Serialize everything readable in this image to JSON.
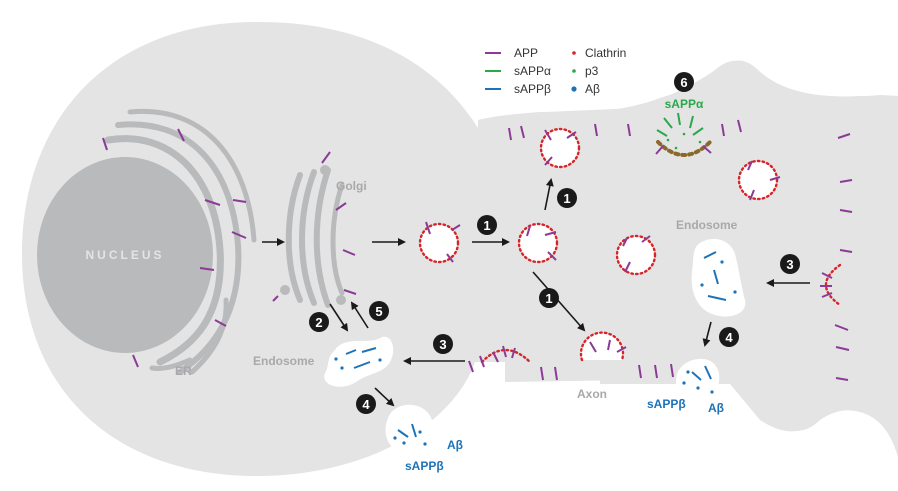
{
  "legend": {
    "app": "APP",
    "sappa": "sAPPα",
    "sappb": "sAPPβ",
    "clathrin": "Clathrin",
    "p3": "p3",
    "abeta": "Aβ"
  },
  "labels": {
    "nucleus": "NUCLEUS",
    "er": "ER",
    "golgi": "Golgi",
    "endosome_left": "Endosome",
    "endosome_right": "Endosome",
    "axon": "Axon",
    "sappa_top": "sAPPα",
    "sappb_bottom_left": "sAPPβ",
    "abeta_bottom_left": "Aβ",
    "sappb_bottom_right": "sAPPβ",
    "abeta_bottom_right": "Aβ"
  },
  "steps": {
    "s1a": "1",
    "s1b": "1",
    "s1c": "1",
    "s2": "2",
    "s3a": "3",
    "s3b": "3",
    "s4a": "4",
    "s4b": "4",
    "s5": "5",
    "s6": "6"
  },
  "colors": {
    "app": "#8b3a96",
    "sappa": "#2aa84a",
    "sappb": "#1e73b8",
    "clathrin": "#d6252a",
    "p3": "#2aa84a",
    "abeta": "#1e73b8",
    "cell": "#e4e4e5",
    "organelle": "#b9babc",
    "label_gray": "#a9a9ab",
    "badge": "#1a1a1a",
    "p3_cluster": "#8a6a2a"
  }
}
